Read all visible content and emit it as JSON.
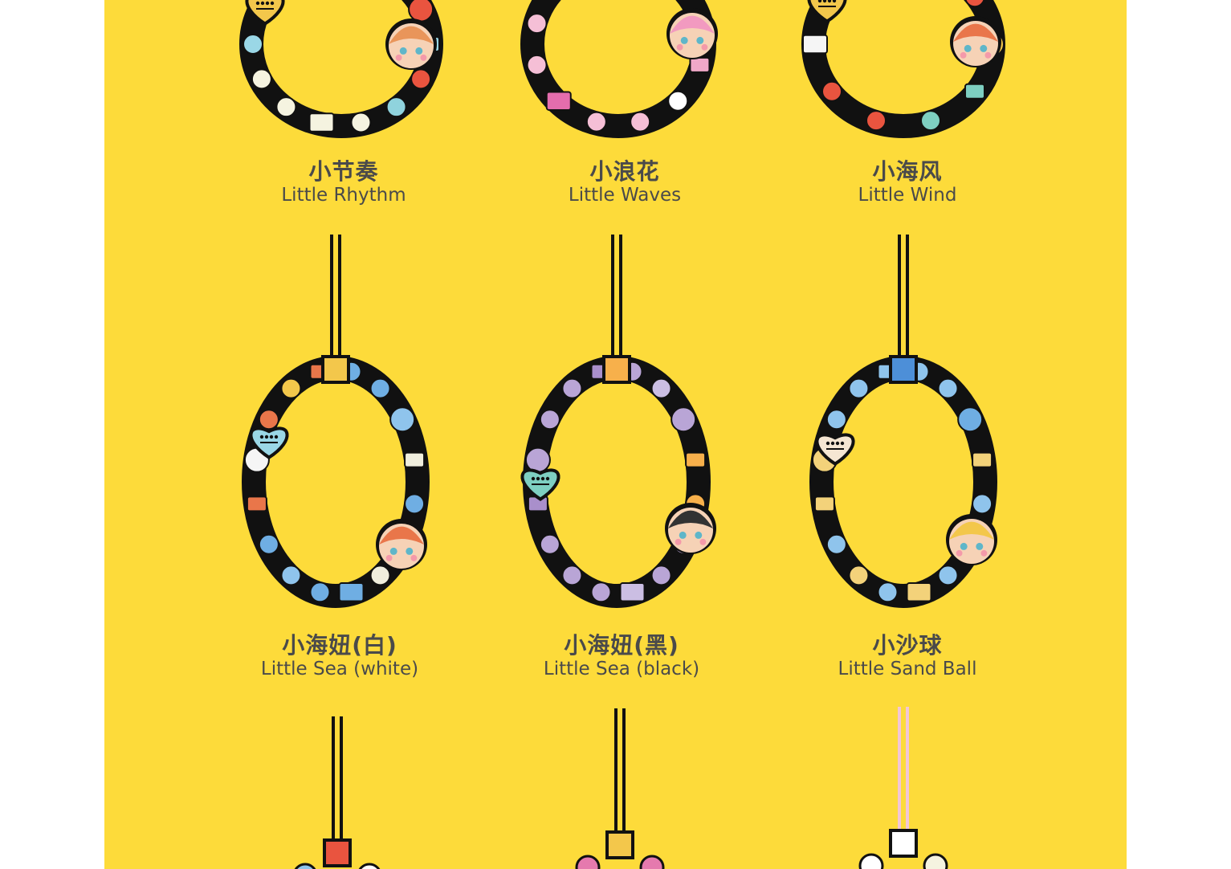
{
  "colors": {
    "panel": "#FDDB3A",
    "text": "#4a4a4a",
    "outline": "#111111"
  },
  "charms": [
    {
      "cn": "小节奏",
      "en": "Little Rhythm",
      "cord": "#111111",
      "connector": "#F3C74B",
      "beads": [
        "#F3C74B",
        "#8FD3DD",
        "#E9543F",
        "#9AD7E6",
        "#E9543F",
        "#8FD3DD",
        "#F5F3E0",
        "#F5F3E0",
        "#F5F3E0",
        "#F5F3E0",
        "#9AD7E6",
        "#F5F3E0",
        "#F5F3E0",
        "#9AD7E6"
      ]
    },
    {
      "cn": "小浪花",
      "en": "Little Waves",
      "cord": "#111111",
      "connector": "#E57AAE",
      "beads": [
        "#E57AAE",
        "#FFFFFF",
        "#F0A8C8",
        "#F0A8C8",
        "#FFFFFF",
        "#F5BFD6",
        "#F5BFD6",
        "#E46DAD",
        "#F5BFD6",
        "#F5BFD6",
        "#F5BFD6",
        "#F0A8C8"
      ]
    },
    {
      "cn": "小海风",
      "en": "Little Wind",
      "cord": "#111111",
      "connector": "#E6E6E6",
      "beads": [
        "#E6E6E6",
        "#E9543F",
        "#F3C74B",
        "#7ECFC1",
        "#7ECFC1",
        "#E9543F",
        "#E9543F",
        "#F5F5F5",
        "#E9543F",
        "#F5F5F5"
      ]
    },
    {
      "cn": "小海妞(白)",
      "en": "Little Sea (white)",
      "cord": "#111111",
      "connector": "#F3C74B",
      "beads": [
        "#6FAEE3",
        "#6FAEE3",
        "#8FC4EC",
        "#F0EEDD",
        "#6FAEE3",
        "#8FC4EC",
        "#F0EEDD",
        "#6FAEE3",
        "#6FAEE3",
        "#8FC4EC",
        "#6FAEE3",
        "#E9764A",
        "#F5F5F5",
        "#E9764A",
        "#F3C74B",
        "#E9764A"
      ]
    },
    {
      "cn": "小海妞(黑)",
      "en": "Little Sea (black)",
      "cord": "#111111",
      "connector": "#F7B04B",
      "beads": [
        "#B9A5D6",
        "#CBBEE3",
        "#B9A5D6",
        "#F7B04B",
        "#F7B04B",
        "#B9A5D6",
        "#B9A5D6",
        "#CBBEE3",
        "#B9A5D6",
        "#B9A5D6",
        "#B9A5D6",
        "#A98FCB",
        "#B9A5D6",
        "#B9A5D6",
        "#B9A5D6",
        "#A98FCB"
      ]
    },
    {
      "cn": "小沙球",
      "en": "Little Sand Ball",
      "cord": "#111111",
      "connector": "#4D8FD8",
      "beads": [
        "#8FC4EC",
        "#8FC4EC",
        "#6FAEE3",
        "#F3D27A",
        "#8FC4EC",
        "#F3D27A",
        "#8FC4EC",
        "#F3D27A",
        "#8FC4EC",
        "#F3D27A",
        "#8FC4EC",
        "#F3D27A",
        "#F3D27A",
        "#8FC4EC",
        "#8FC4EC",
        "#8FC4EC"
      ]
    }
  ],
  "partial_charms": [
    {
      "cord": "#111111",
      "connector": "#E9543F",
      "beads": [
        "#8FC4EC",
        "#FFFFFF"
      ]
    },
    {
      "cord": "#111111",
      "connector": "#F3C74B",
      "beads": [
        "#E57AAE",
        "#E57AAE"
      ]
    },
    {
      "cord": "#F2C6D6",
      "connector": "#FFFFFF",
      "beads": [
        "#FFFFFF",
        "#F5F3E0"
      ]
    }
  ]
}
